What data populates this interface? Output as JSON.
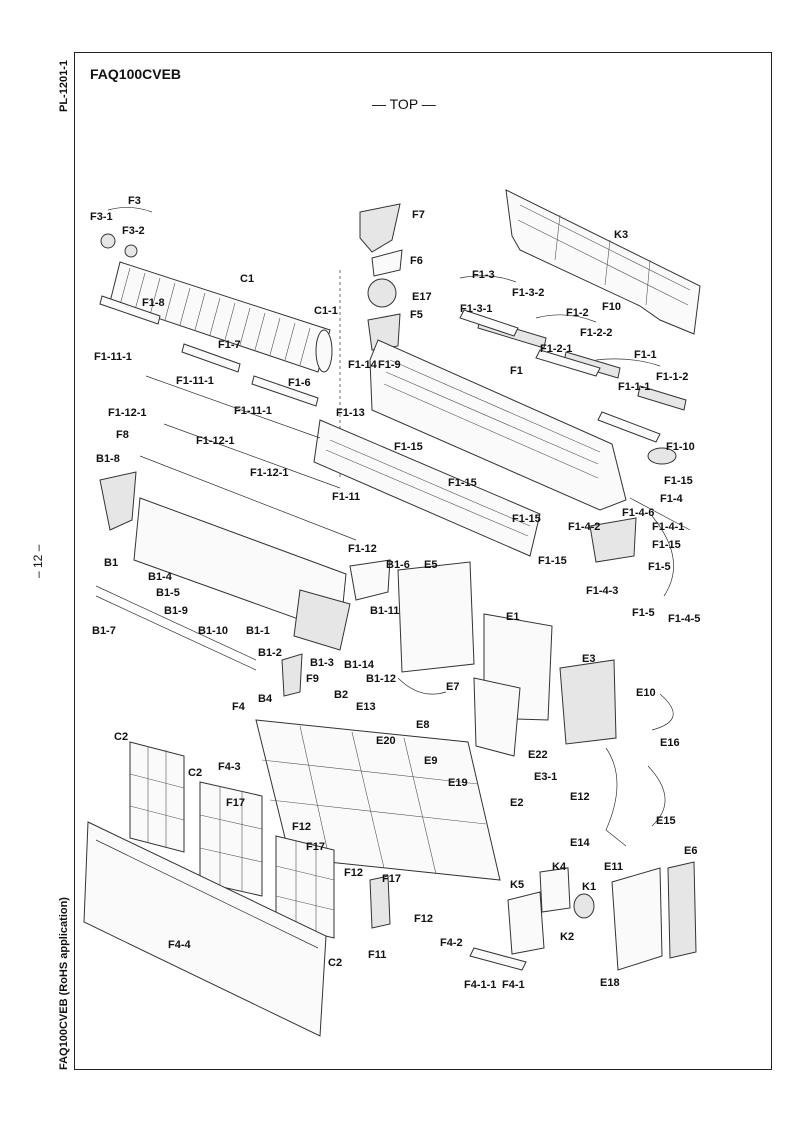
{
  "header": {
    "doc_code": "PL-1201-1",
    "model": "FAQ100CVEB",
    "view_label": "— TOP —",
    "page_number": "– 12 –",
    "footer": "FAQ100CVEB (RoHS application)"
  },
  "labels": {
    "F3": "F3",
    "F3_1": "F3-1",
    "F3_2": "F3-2",
    "C1": "C1",
    "C1_1": "C1-1",
    "F7": "F7",
    "F6": "F6",
    "F17_top": "E17",
    "F5": "F5",
    "K3": "K3",
    "F1_3": "F1-3",
    "F1_3_1": "F1-3-1",
    "F1_3_2": "F1-3-2",
    "F10": "F10",
    "F1_2": "F1-2",
    "F1_2_1": "F1-2-1",
    "F1_2_2": "F1-2-2",
    "F1_1": "F1-1",
    "F1_1_1": "F1-1-1",
    "F1_1_2": "F1-1-2",
    "F1": "F1",
    "F1_10": "F1-10",
    "F1_15a": "F1-15",
    "F1_8": "F1-8",
    "F1_7": "F1-7",
    "F1_14": "F1-14",
    "F1_9": "F1-9",
    "F1_11_1a": "F1-11-1",
    "F1_11_1b": "F1-11-1",
    "F1_11_1c": "F1-11-1",
    "F1_6": "F1-6",
    "F1_13": "F1-13",
    "F1_15b": "F1-15",
    "F1_15c": "F1-15",
    "F1_12_1a": "F1-12-1",
    "F1_12_1b": "F1-12-1",
    "F1_12_1c": "F1-12-1",
    "F8": "F8",
    "B1_8": "B1-8",
    "F1_11": "F1-11",
    "F1_15d": "F1-15",
    "F1_4": "F1-4",
    "F1_4_6": "F1-4-6",
    "F1_4_2": "F1-4-2",
    "F1_4_1": "F1-4-1",
    "F1_15e": "F1-15",
    "F1_15f": "F1-15",
    "F1_12": "F1-12",
    "B1": "B1",
    "B1_6": "B1-6",
    "E5": "E5",
    "F1_5a": "F1-5",
    "F1_4_3": "F1-4-3",
    "F1_5b": "F1-5",
    "F1_4_5": "F1-4-5",
    "B1_4": "B1-4",
    "B1_5": "B1-5",
    "B1_9": "B1-9",
    "B1_10": "B1-10",
    "B1_7": "B1-7",
    "B1_1": "B1-1",
    "B1_11": "B1-11",
    "E1": "E1",
    "B1_2": "B1-2",
    "B1_3": "B1-3",
    "B1_14": "B1-14",
    "B1_12": "B1-12",
    "F9": "F9",
    "B2": "B2",
    "B4": "B4",
    "E3": "E3",
    "E10": "E10",
    "E13": "E13",
    "E7": "E7",
    "F4": "F4",
    "E8": "E8",
    "E20": "E20",
    "E22": "E22",
    "E16": "E16",
    "C2a": "C2",
    "E9": "E9",
    "E19": "E19",
    "E3_1": "E3-1",
    "F4_3": "F4-3",
    "C2b": "C2",
    "E2": "E2",
    "E12": "E12",
    "F17a": "F17",
    "E15": "E15",
    "F12a": "F12",
    "F17b": "F17",
    "E14": "E14",
    "E11": "E11",
    "E6": "E6",
    "F12b": "F12",
    "K4": "K4",
    "F17c": "F17",
    "K5": "K5",
    "K1": "K1",
    "F12c": "F12",
    "K2": "K2",
    "F11": "F11",
    "F4_2": "F4-2",
    "E18": "E18",
    "F4_4": "F4-4",
    "C2c": "C2",
    "F4_1_1": "F4-1-1",
    "F4_1": "F4-1"
  }
}
